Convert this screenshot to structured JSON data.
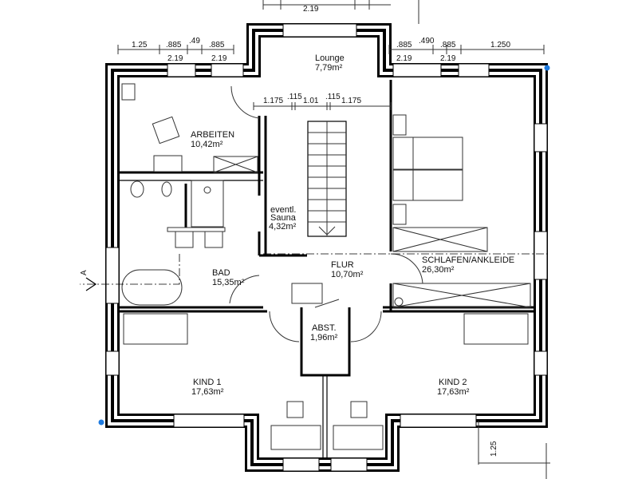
{
  "plan": {
    "rooms": [
      {
        "name": "Lounge",
        "area": "7,79m²"
      },
      {
        "name": "ARBEITEN",
        "area": "10,42m²"
      },
      {
        "name": "eventl.",
        "name2": "Sauna",
        "area": "4,32m²"
      },
      {
        "name": "BAD",
        "area": "15,35m²"
      },
      {
        "name": "FLUR",
        "area": "10,70m²"
      },
      {
        "name": "SCHLAFEN/ANKLEIDE",
        "area": "26,30m²"
      },
      {
        "name": "ABST.",
        "area": "1,96m²"
      },
      {
        "name": "KIND 1",
        "area": "17,63m²"
      },
      {
        "name": "KIND 2",
        "area": "17,63m²"
      }
    ],
    "dims_top": "2.19",
    "dims_left": {
      "row1": [
        "1.25",
        ".885",
        ".49",
        ".885"
      ],
      "row2": [
        "2.19",
        "2.19"
      ]
    },
    "dims_right": {
      "row1": [
        ".885",
        ".490",
        ".885",
        "1.250"
      ],
      "row2": [
        "2.19",
        "2.19"
      ]
    },
    "dims_stair": [
      "1.175",
      ".115",
      "1.01",
      ".115",
      "1.175"
    ],
    "dim_bottom_right": "1.25",
    "section_marker": "A",
    "colors": {
      "wall": "#000000",
      "handle": "#1e7be0"
    }
  }
}
